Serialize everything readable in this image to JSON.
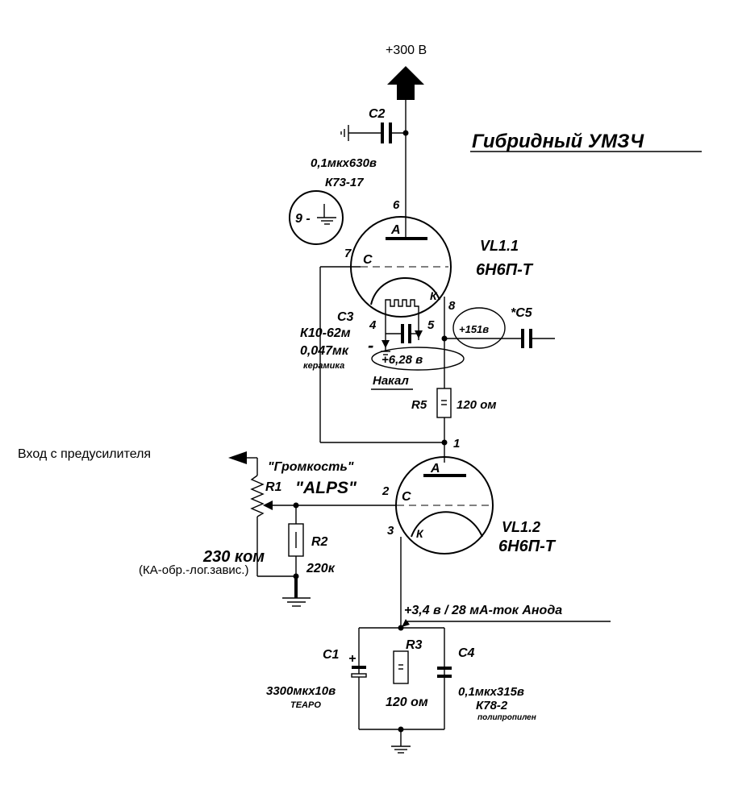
{
  "title": "Гибридный УМЗЧ",
  "supply": "+300 В",
  "input_label": "Вход с предусилителя",
  "components": {
    "C2": {
      "ref": "C2",
      "value": "0,1мкх630в",
      "type": "К73-17"
    },
    "C3": {
      "ref": "C3",
      "type": "К10-62м",
      "value": "0,047мк",
      "note": "керамика"
    },
    "C5": {
      "ref": "*C5"
    },
    "R5": {
      "ref": "R5",
      "value": "120 ом"
    },
    "R1": {
      "ref": "R1",
      "name": "\"Громкость\"",
      "brand": "\"ALPS\"",
      "value": "230 ком",
      "note": "(КА-обр.-лог.завис.)"
    },
    "R2": {
      "ref": "R2",
      "value": "220к"
    },
    "R3": {
      "ref": "R3",
      "value": "120 ом"
    },
    "C1": {
      "ref": "C1",
      "polarity": "+",
      "value": "3300мкх10в",
      "brand": "TEAPO"
    },
    "C4": {
      "ref": "C4",
      "value": "0,1мкх315в",
      "type": "К78-2",
      "note": "полипропилен"
    }
  },
  "tubes": {
    "VL1_1": {
      "ref": "VL1.1",
      "type": "6Н6П-Т",
      "anode": "А",
      "grid": "С",
      "cathode": "К"
    },
    "VL1_2": {
      "ref": "VL1.2",
      "type": "6Н6П-Т",
      "anode": "А",
      "grid": "С",
      "cathode": "К"
    }
  },
  "pins": {
    "p1": "1",
    "p2": "2",
    "p3": "3",
    "p4": "4",
    "p5": "5",
    "p6": "6",
    "p7": "7",
    "p8": "8"
  },
  "pin9_label": "9 -",
  "heater_label": "Накал",
  "heater_voltage": "+6,28 в",
  "heater_minus": "-",
  "cathode_voltage": "+151в",
  "anode_current_note": "+3,4 в / 28 мА-ток Анода",
  "colors": {
    "ink": "#000000",
    "background": "#ffffff"
  }
}
